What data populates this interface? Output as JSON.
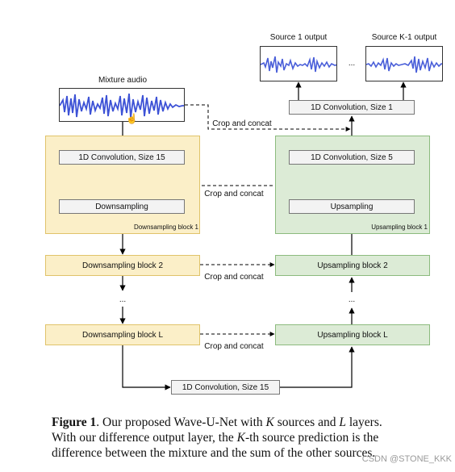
{
  "diagram": {
    "mixture_audio_label": "Mixture audio",
    "source1_label": "Source 1 output",
    "sourceK1_label": "Source K-1 output",
    "sources_ellipsis": "...",
    "conv_out": "1D Convolution, Size 1",
    "crop_concat_top": "Crop and concat",
    "crop_concat_mid": "Crop and concat",
    "crop_concat_2": "Crop and concat",
    "crop_concat_L": "Crop and concat",
    "down1": {
      "conv": "1D Convolution, Size 15",
      "sampling": "Downsampling",
      "caption": "Downsampling block 1"
    },
    "up1": {
      "conv": "1D Convolution, Size 5",
      "sampling": "Upsampling",
      "caption": "Upsampling block 1"
    },
    "down2": "Downsampling block 2",
    "up2": "Upsampling block 2",
    "downL": "Downsampling block L",
    "upL": "Upsampling block L",
    "ellipsis_left": "...",
    "ellipsis_right": "...",
    "bottleneck": "1D Convolution, Size 15"
  },
  "caption": {
    "figure_label": "Figure 1",
    "text_part1": ". Our proposed Wave-U-Net with ",
    "K1": "K",
    "text_part2": " sources and ",
    "L": "L",
    "text_part3": " layers.",
    "line2_part1": "With our difference output layer, the ",
    "K2": "K",
    "line2_part2": "-th source prediction is the",
    "line3": "difference between the mixture and the sum of the other sources."
  },
  "watermark": "CSDN @STONE_KKK"
}
